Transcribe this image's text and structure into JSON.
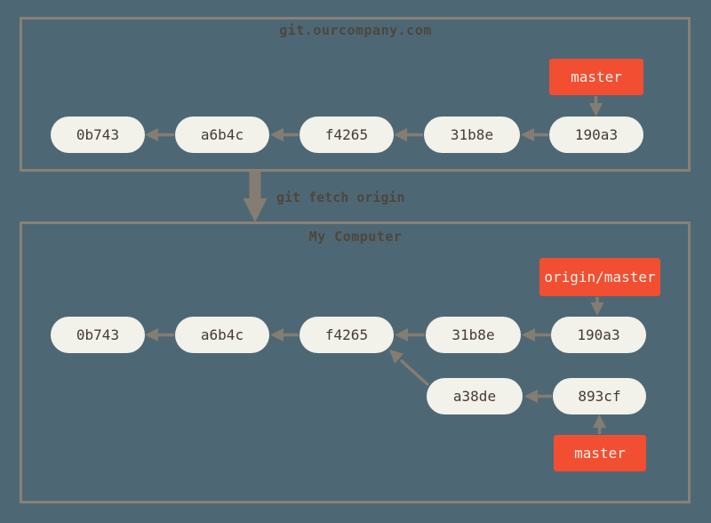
{
  "command": "git fetch origin",
  "remote": {
    "title": "git.ourcompany.com",
    "branch": "master",
    "commits": [
      "0b743",
      "a6b4c",
      "f4265",
      "31b8e",
      "190a3"
    ]
  },
  "local": {
    "title": "My Computer",
    "branch": "master",
    "remote_branch": "origin/master",
    "commits_main": [
      "0b743",
      "a6b4c",
      "f4265",
      "31b8e",
      "190a3"
    ],
    "commits_branch": [
      "a38de",
      "893cf"
    ]
  },
  "colors": {
    "background": "#4d6874",
    "box_border": "#8a8076",
    "node_fill": "#f2f1ea",
    "node_text": "#453c33",
    "branch_fill": "#f14e32",
    "branch_text": "#f6f1e9",
    "arrow": "#857c72",
    "title_text": "#4f463c"
  }
}
